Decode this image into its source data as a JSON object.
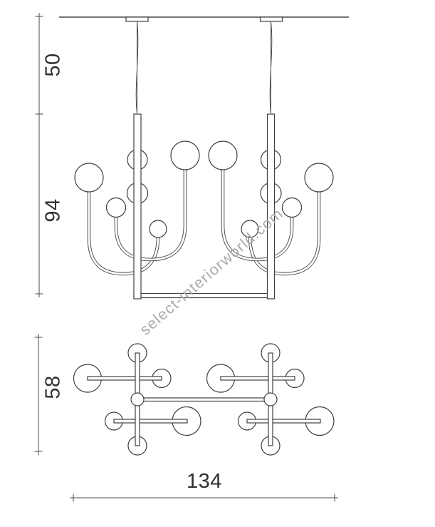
{
  "colors": {
    "line": "#3f3f3f",
    "dim": "#4a4a4a",
    "watermark": "#ababab",
    "background": "#ffffff"
  },
  "watermark": {
    "text": "select-interiorworld.com"
  },
  "front_view": {
    "dim_suspension_label": "50",
    "dim_body_label": "94"
  },
  "plan_view": {
    "dim_depth_label": "58",
    "dim_width_label": "134"
  }
}
